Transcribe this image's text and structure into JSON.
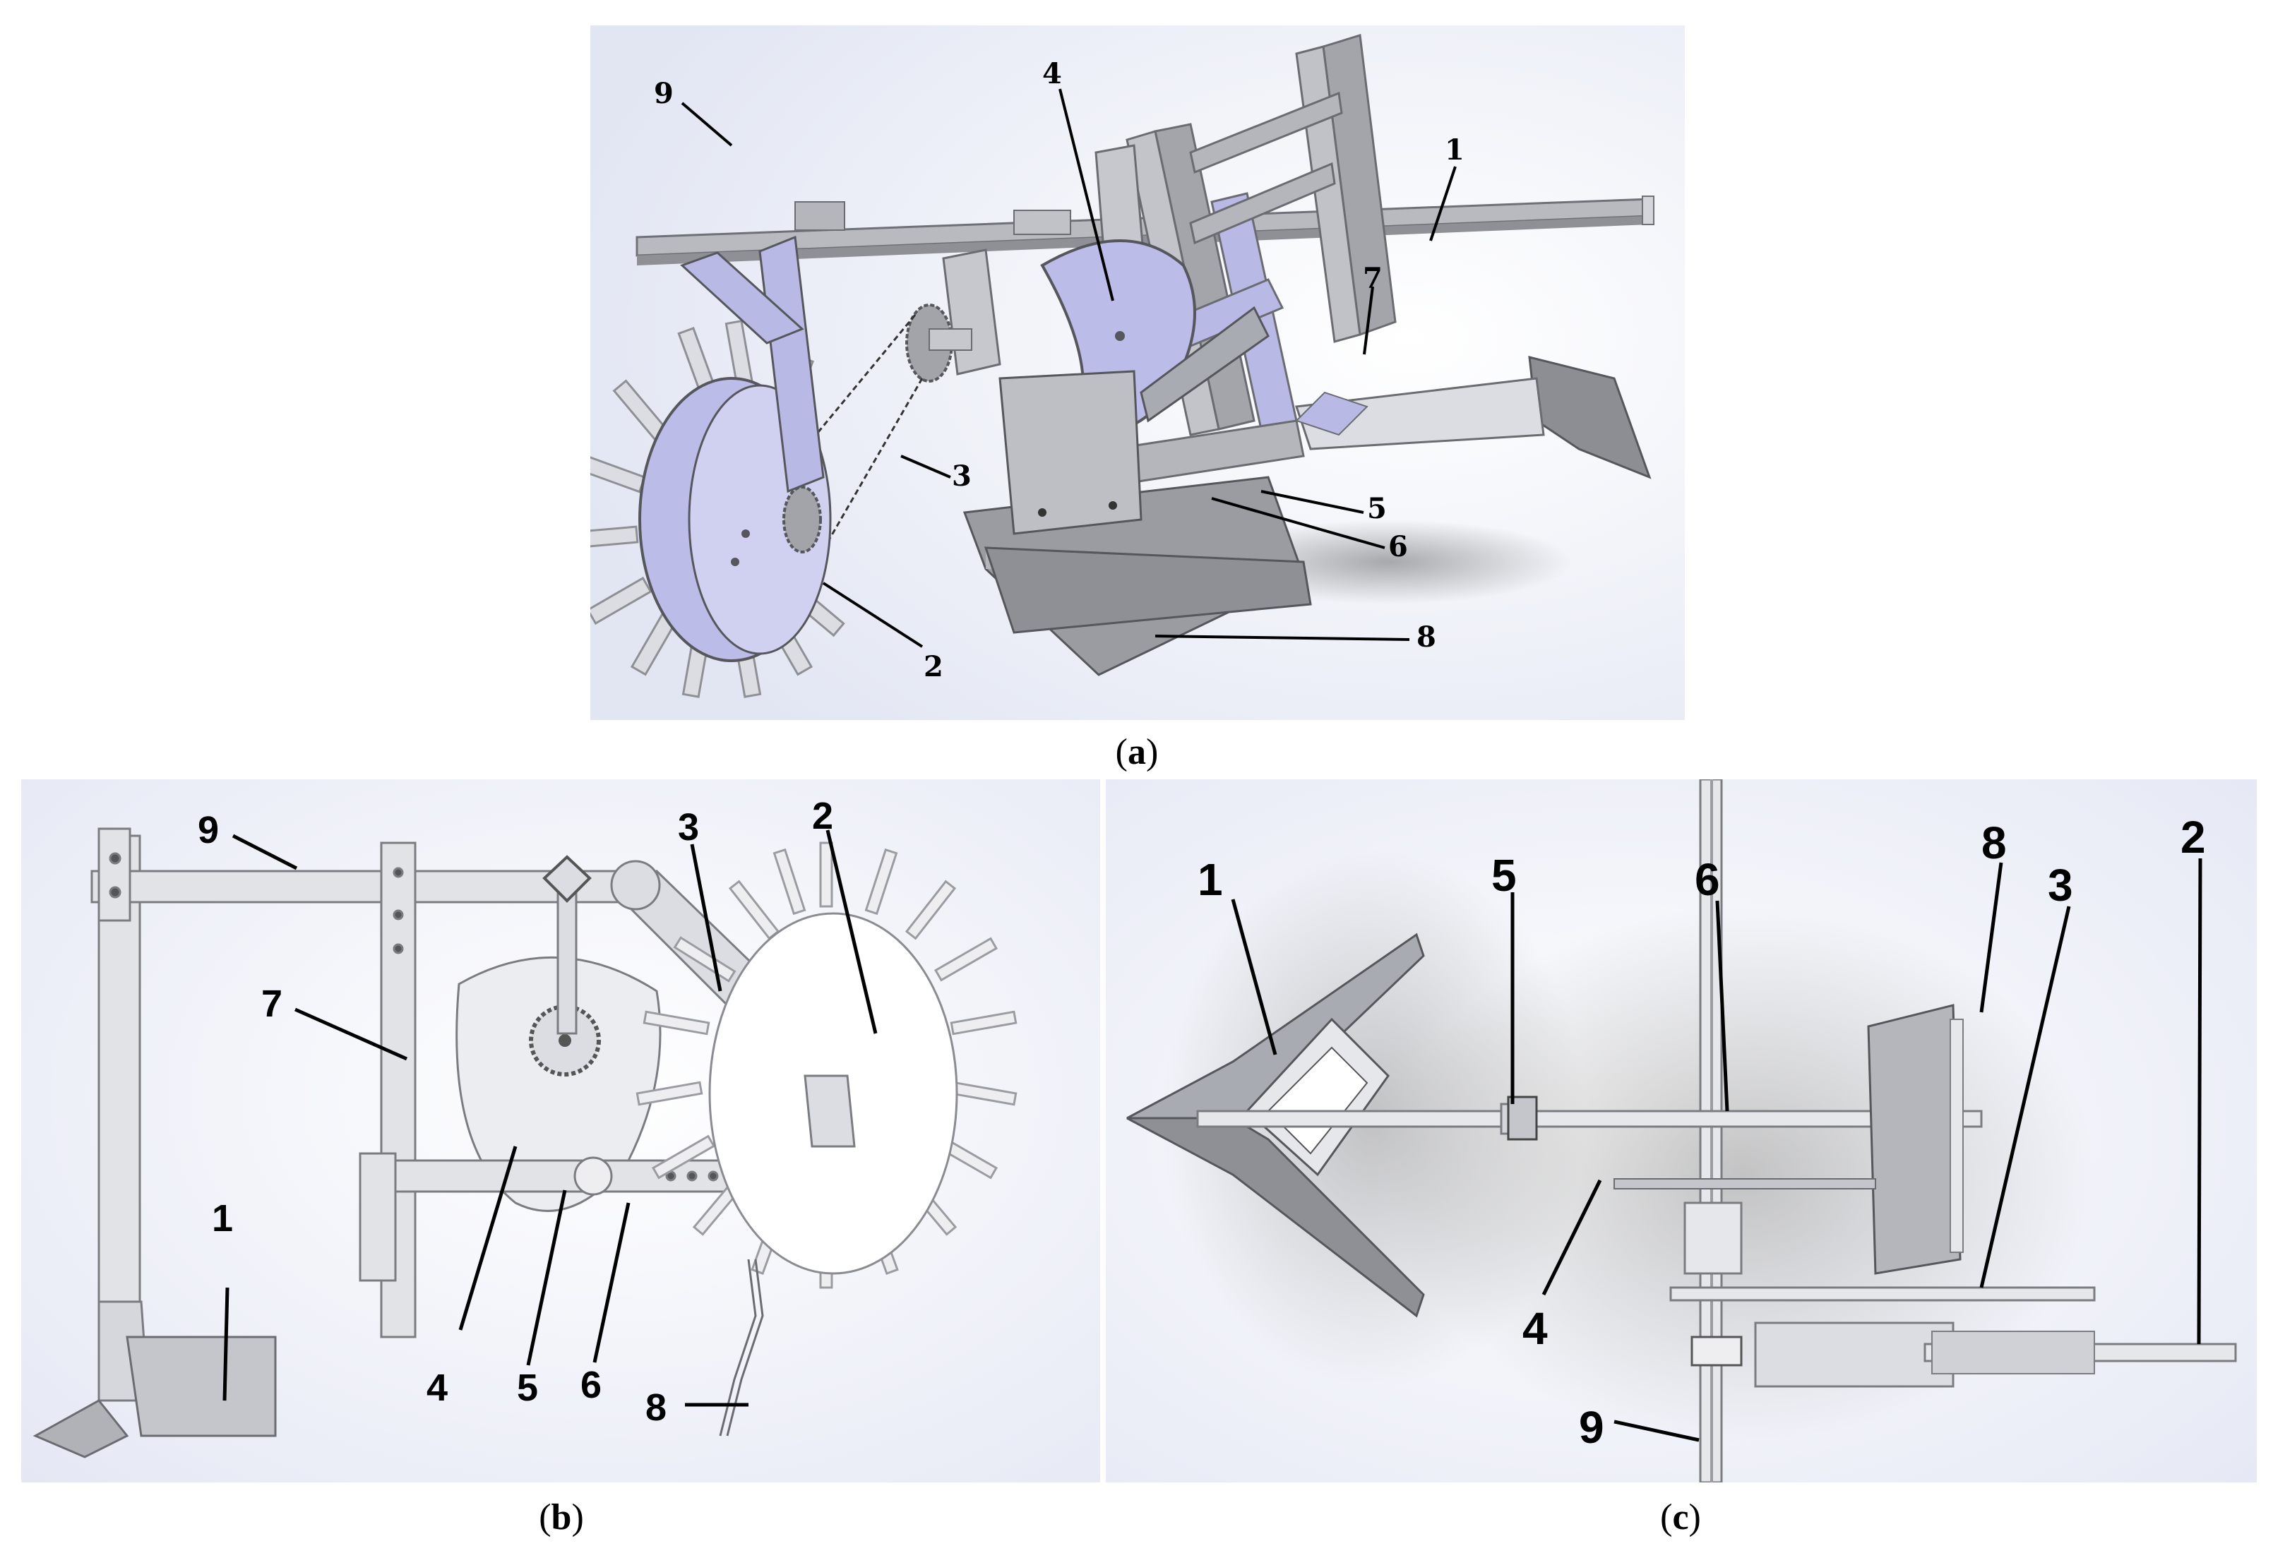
{
  "panels": {
    "a": {
      "caption": "a",
      "labels": {
        "l1": "1",
        "l2": "2",
        "l3": "3",
        "l4": "4",
        "l5": "5",
        "l6": "6",
        "l7": "7",
        "l8": "8",
        "l9": "9"
      }
    },
    "b": {
      "caption": "b",
      "labels": {
        "l1": "1",
        "l2": "2",
        "l3": "3",
        "l4": "4",
        "l5": "5",
        "l6": "6",
        "l7": "7",
        "l8": "8",
        "l9": "9"
      }
    },
    "c": {
      "caption": "c",
      "labels": {
        "l1": "1",
        "l2": "2",
        "l3": "3",
        "l4": "4",
        "l5": "5",
        "l6": "6",
        "l8": "8",
        "l9": "9"
      }
    }
  },
  "colors": {
    "background_gradient_edge": "#e4e7f4",
    "metal": "#a9abb2",
    "metal_dark": "#6f7178",
    "lavender": "#b9b9e6",
    "lavender_dark": "#8f8fc4",
    "wheel_face": "#f2f2f4",
    "leader_line": "#000000"
  }
}
